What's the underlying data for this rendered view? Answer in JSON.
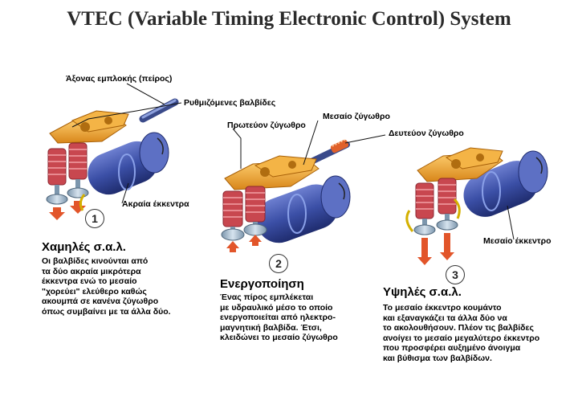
{
  "title": "VTEC (Variable Timing Electronic Control) System",
  "labels": {
    "pin_axle": "Άξονας εμπλοκής (πείρος)",
    "adjustable_valves": "Ρυθμιζόμενες βαλβίδες",
    "primary_rocker": "Πρωτεύον ζύγωθρο",
    "middle_rocker": "Μεσαίο ζύγωθρο",
    "secondary_rocker": "Δευτεύον ζύγωθρο",
    "outer_cams": "Ακραία έκκεντρα",
    "middle_cam": "Μεσαίο έκκεντρο"
  },
  "steps": [
    {
      "number": "1",
      "heading": "Χαμηλές σ.α.λ.",
      "lines": [
        "Οι βαλβίδες κινούνται από",
        "τα δύο ακραία μικρότερα",
        "έκκεντρα ενώ το μεσαίο",
        "\"χορεύει\" ελεύθερο καθώς",
        "ακουμπά σε κανένα ζύγωθρο",
        "όπως συμβαίνει με τα άλλα δύο."
      ]
    },
    {
      "number": "2",
      "heading": "Ενεργοποίηση",
      "lines": [
        "Ένας πίρος εμπλέκεται",
        "με υδραυλικό μέσο το οποίο",
        "ενεργοποιείται από ηλεκτρο-",
        "μαγνητική βαλβίδα. Έτσι,",
        "κλειδώνει το μεσαίο ζύγωθρο"
      ]
    },
    {
      "number": "3",
      "heading": "Υψηλές σ.α.λ.",
      "lines": [
        "Το μεσαίο έκκεντρο κουμάντο",
        "και εξαναγκάζει τα άλλα δύο να",
        "το ακολουθήσουν. Πλέον τις βαλβίδες",
        "ανοίγει το μεσαίο μεγαλύτερο έκκεντρο",
        "που προσφέρει αυξημένο άνοιγμα",
        "και βύθισμα των βαλβίδων."
      ]
    }
  ],
  "colors": {
    "rocker": "#f0a030",
    "spring": "#c8474f",
    "camshaft": "#3b4fa6",
    "valve": "#9fb8cc",
    "arrow": "#e2552a",
    "axle": "#6a7fc0"
  }
}
